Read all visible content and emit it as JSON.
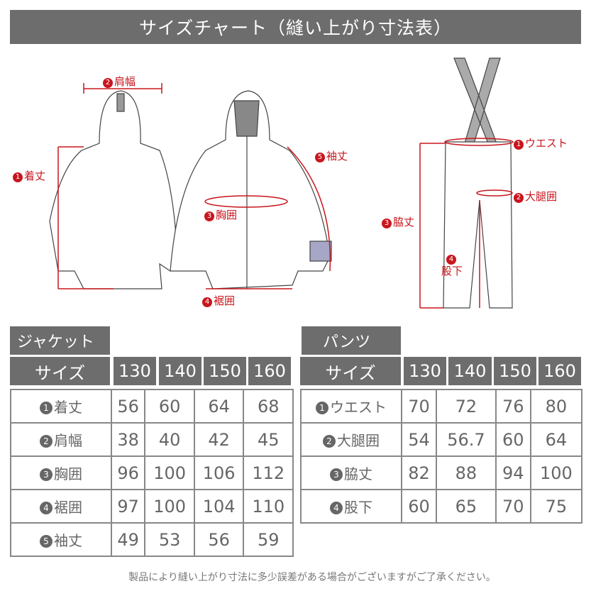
{
  "title": "サイズチャート（縫い上がり寸法表）",
  "diagram_labels": {
    "jacket": [
      {
        "n": "2",
        "text": "肩幅"
      },
      {
        "n": "1",
        "text": "着丈"
      },
      {
        "n": "5",
        "text": "袖丈"
      },
      {
        "n": "3",
        "text": "胸囲"
      },
      {
        "n": "4",
        "text": "裾囲"
      }
    ],
    "pants": [
      {
        "n": "1",
        "text": "ウエスト"
      },
      {
        "n": "2",
        "text": "大腿囲"
      },
      {
        "n": "3",
        "text": "脇丈"
      },
      {
        "n": "4",
        "text": "股下"
      }
    ]
  },
  "jacket": {
    "tag": "ジャケット",
    "size_label": "サイズ",
    "sizes": [
      "130",
      "140",
      "150",
      "160"
    ],
    "rows": [
      {
        "n": "1",
        "label": "着丈",
        "values": [
          "56",
          "60",
          "64",
          "68"
        ]
      },
      {
        "n": "2",
        "label": "肩幅",
        "values": [
          "38",
          "40",
          "42",
          "45"
        ]
      },
      {
        "n": "3",
        "label": "胸囲",
        "values": [
          "96",
          "100",
          "106",
          "112"
        ]
      },
      {
        "n": "4",
        "label": "裾囲",
        "values": [
          "97",
          "100",
          "104",
          "110"
        ]
      },
      {
        "n": "5",
        "label": "袖丈",
        "values": [
          "49",
          "53",
          "56",
          "59"
        ]
      }
    ]
  },
  "pants": {
    "tag": "パンツ",
    "size_label": "サイズ",
    "sizes": [
      "130",
      "140",
      "150",
      "160"
    ],
    "rows": [
      {
        "n": "1",
        "label": "ウエスト",
        "values": [
          "70",
          "72",
          "76",
          "80"
        ]
      },
      {
        "n": "2",
        "label": "大腿囲",
        "values": [
          "54",
          "56.7",
          "60",
          "64"
        ]
      },
      {
        "n": "3",
        "label": "脇丈",
        "values": [
          "82",
          "88",
          "94",
          "100"
        ]
      },
      {
        "n": "4",
        "label": "股下",
        "values": [
          "60",
          "65",
          "70",
          "75"
        ]
      }
    ]
  },
  "footer": "製品により縫い上がり寸法に多少誤差がある場合がございますがご了承ください。"
}
